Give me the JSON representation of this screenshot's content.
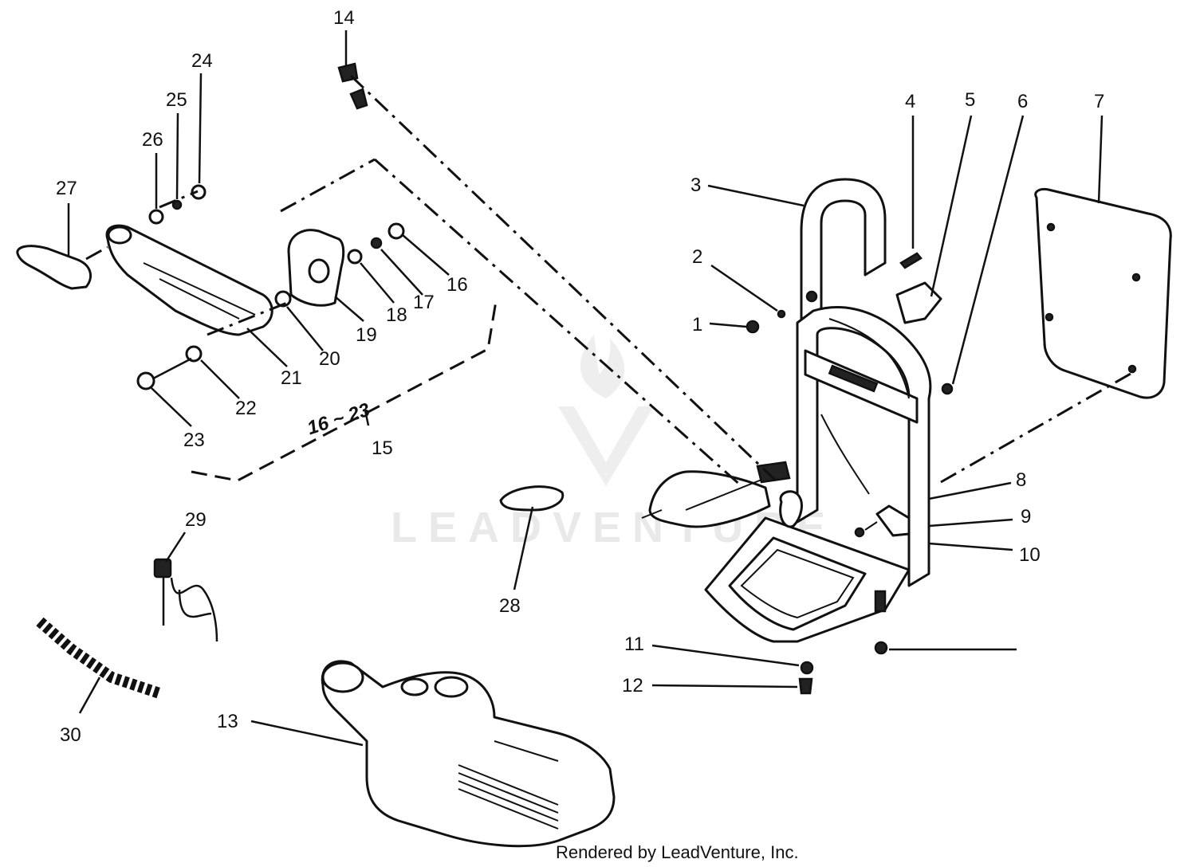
{
  "watermark": {
    "text": "LEADVENTURE"
  },
  "footer": {
    "text": "Rendered by LeadVenture, Inc."
  },
  "callouts": {
    "c1": "1",
    "c2": "2",
    "c3": "3",
    "c4": "4",
    "c5": "5",
    "c6": "6",
    "c7": "7",
    "c8": "8",
    "c9": "9",
    "c10": "10",
    "c11": "11",
    "c12": "12",
    "c13": "13",
    "c14": "14",
    "c15": "15",
    "c16": "16",
    "c17": "17",
    "c18": "18",
    "c19": "19",
    "c20": "20",
    "c21": "21",
    "c22": "22",
    "c23": "23",
    "c24": "24",
    "c25": "25",
    "c26": "26",
    "c27": "27",
    "c28": "28",
    "c29": "29",
    "c30": "30"
  },
  "group_label": {
    "text": "16 ~ 23"
  }
}
